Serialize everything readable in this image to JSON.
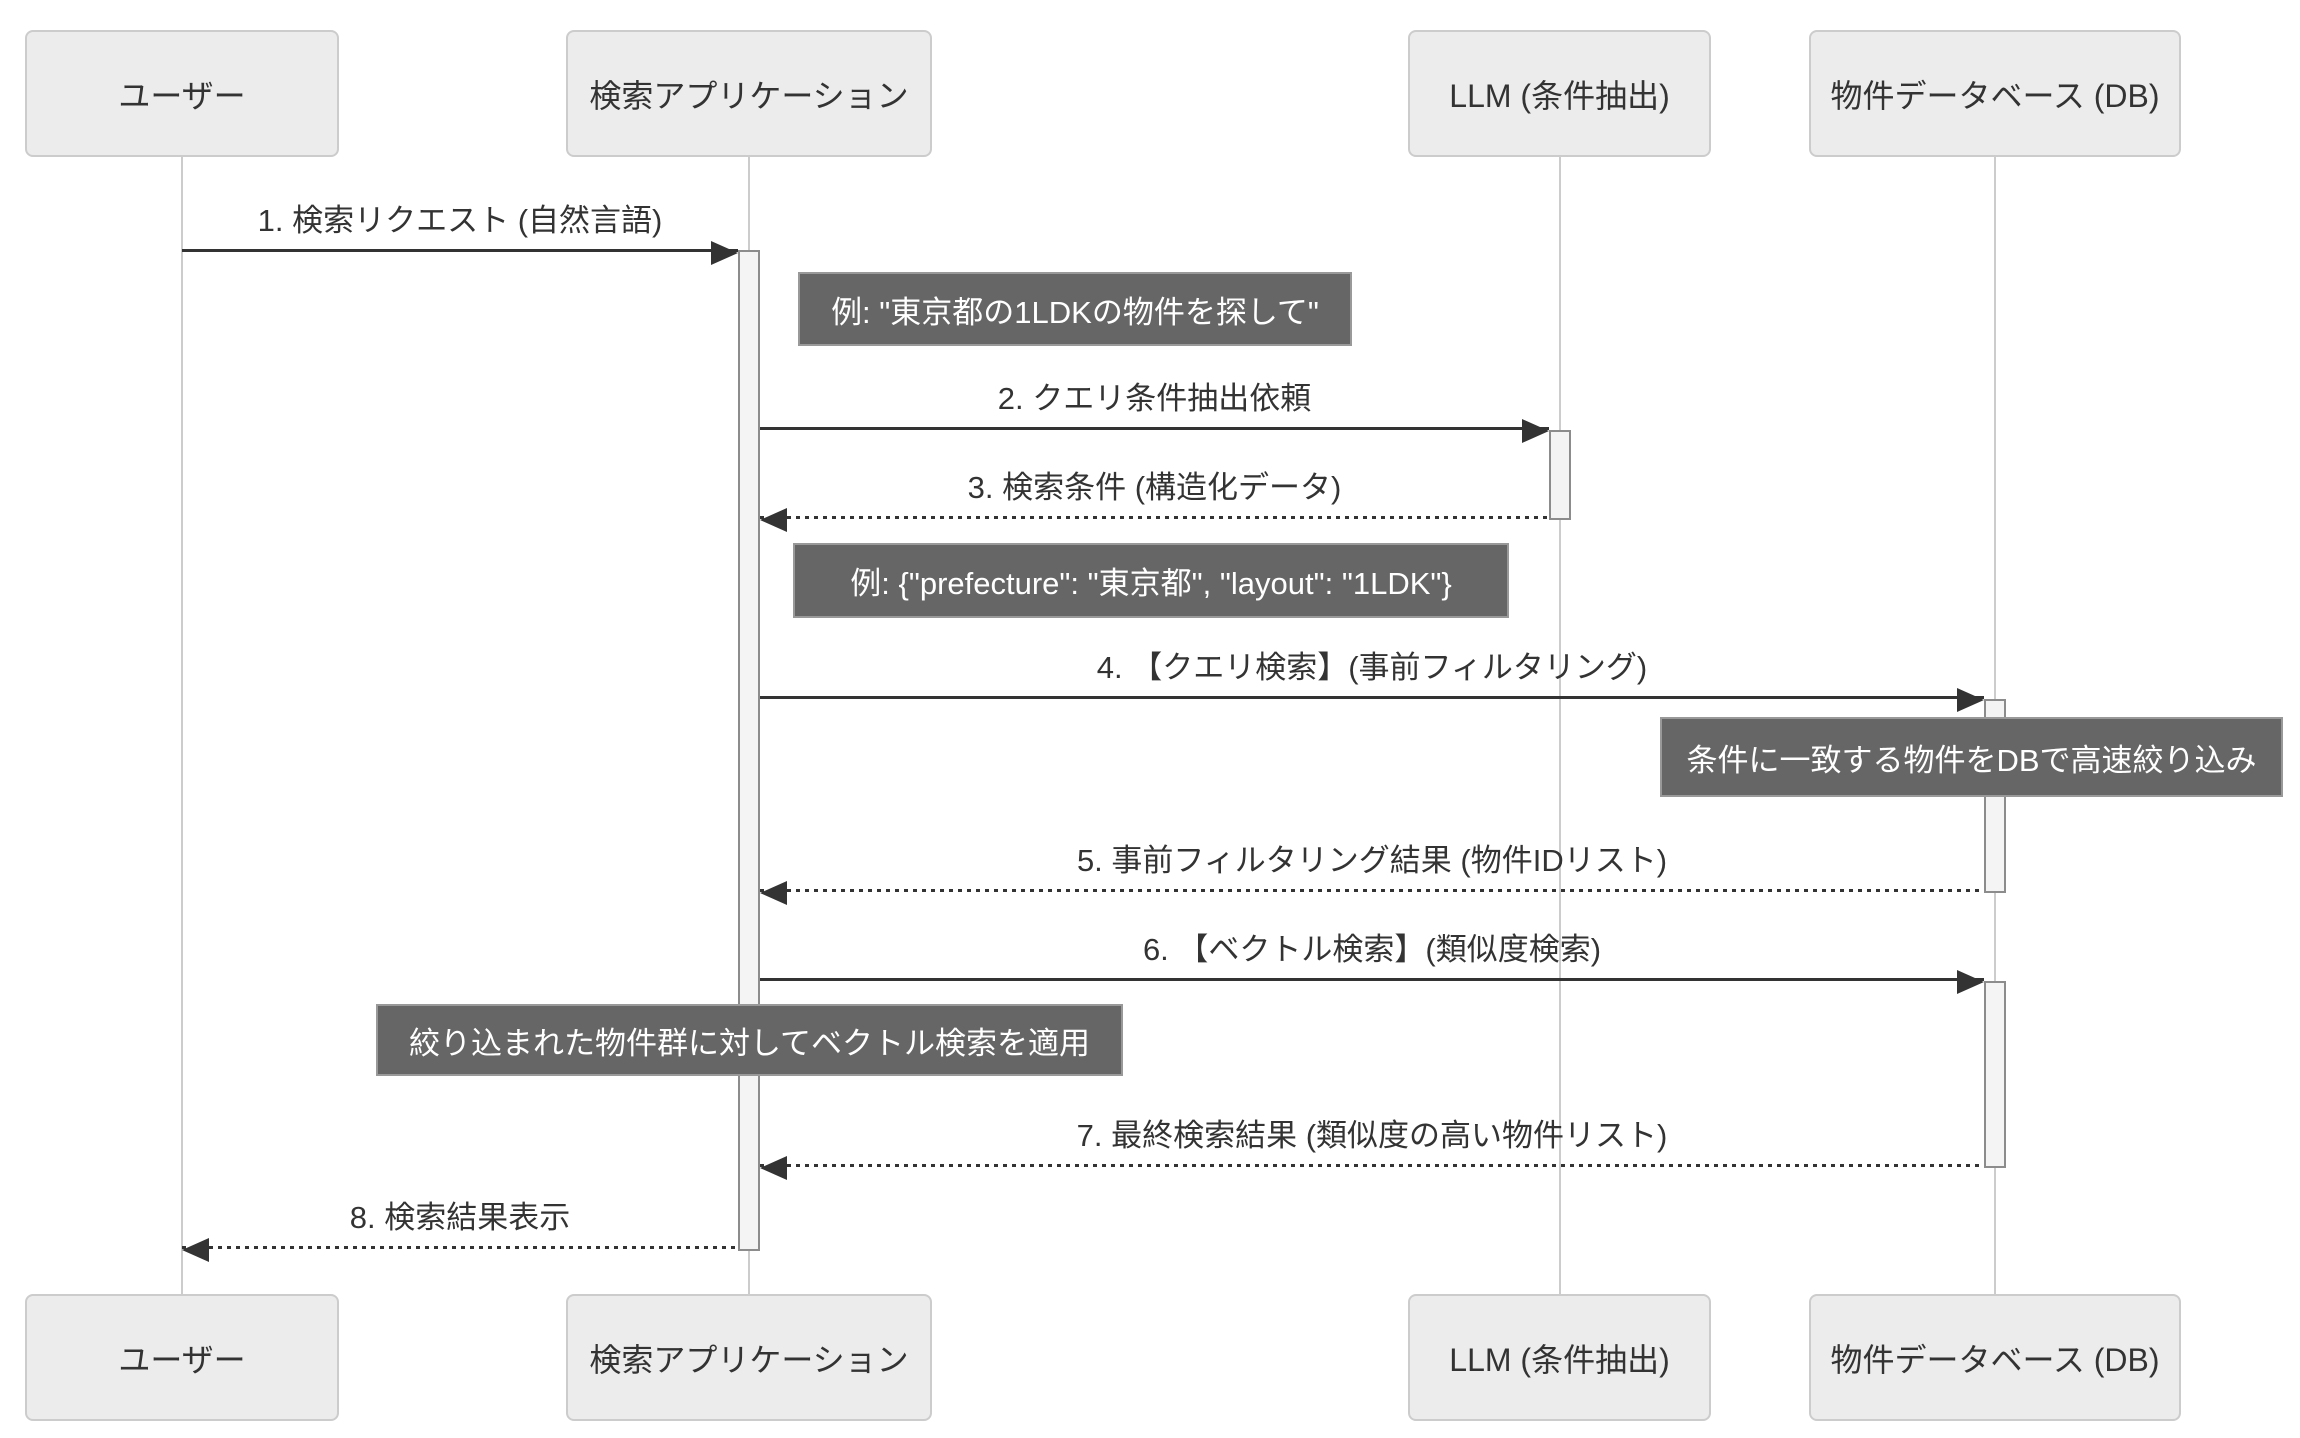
{
  "diagram": {
    "type": "sequence-diagram",
    "actors": [
      {
        "id": "user",
        "label": "ユーザー"
      },
      {
        "id": "app",
        "label": "検索アプリケーション"
      },
      {
        "id": "llm",
        "label": "LLM (条件抽出)"
      },
      {
        "id": "db",
        "label": "物件データベース (DB)"
      }
    ],
    "messages": [
      {
        "seq": 1,
        "label": "1. 検索リクエスト (自然言語)",
        "from": "user",
        "to": "app",
        "line": "solid"
      },
      {
        "seq": 2,
        "label": "2. クエリ条件抽出依頼",
        "from": "app",
        "to": "llm",
        "line": "solid"
      },
      {
        "seq": 3,
        "label": "3. 検索条件 (構造化データ)",
        "from": "llm",
        "to": "app",
        "line": "dashed"
      },
      {
        "seq": 4,
        "label": "4. 【クエリ検索】(事前フィルタリング)",
        "from": "app",
        "to": "db",
        "line": "solid"
      },
      {
        "seq": 5,
        "label": "5. 事前フィルタリング結果 (物件IDリスト)",
        "from": "db",
        "to": "app",
        "line": "dashed"
      },
      {
        "seq": 6,
        "label": "6. 【ベクトル検索】(類似度検索)",
        "from": "app",
        "to": "db",
        "line": "solid",
        "line_style": "solid"
      },
      {
        "seq": 7,
        "label": "7. 最終検索結果 (類似度の高い物件リスト)",
        "from": "db",
        "to": "app",
        "line": "dashed"
      },
      {
        "seq": 8,
        "label": "8. 検索結果表示",
        "from": "app",
        "to": "user",
        "line": "dashed"
      }
    ],
    "notes": [
      {
        "anchor": "right of app",
        "text": "例: \"東京都の1LDKの物件を探して\""
      },
      {
        "anchor": "right of app",
        "text": "例: {\"prefecture\": \"東京都\", \"layout\": \"1LDK\"}"
      },
      {
        "anchor": "over db",
        "text": "条件に一致する物件をDBで高速絞り込み"
      },
      {
        "anchor": "over app",
        "text": "絞り込まれた物件群に対してベクトル検索を適用"
      }
    ],
    "activations": [
      {
        "actor": "app",
        "from_seq": 1,
        "to_seq": 8
      },
      {
        "actor": "llm",
        "from_seq": 2,
        "to_seq": 3
      },
      {
        "actor": "db",
        "from_seq": 4,
        "to_seq": 5
      },
      {
        "actor": "db",
        "from_seq": 6,
        "to_seq": 7
      }
    ],
    "colors": {
      "background": "#ffffff",
      "actor_fill": "#ececec",
      "actor_border": "#cccccc",
      "actor_text": "#333333",
      "lifeline": "#cccccc",
      "activation_fill": "#f4f4f4",
      "activation_border": "#8c8c8c",
      "note_fill": "#666666",
      "note_border": "#999999",
      "note_text": "#ffffff",
      "message_line": "#333333",
      "message_text": "#333333"
    }
  }
}
